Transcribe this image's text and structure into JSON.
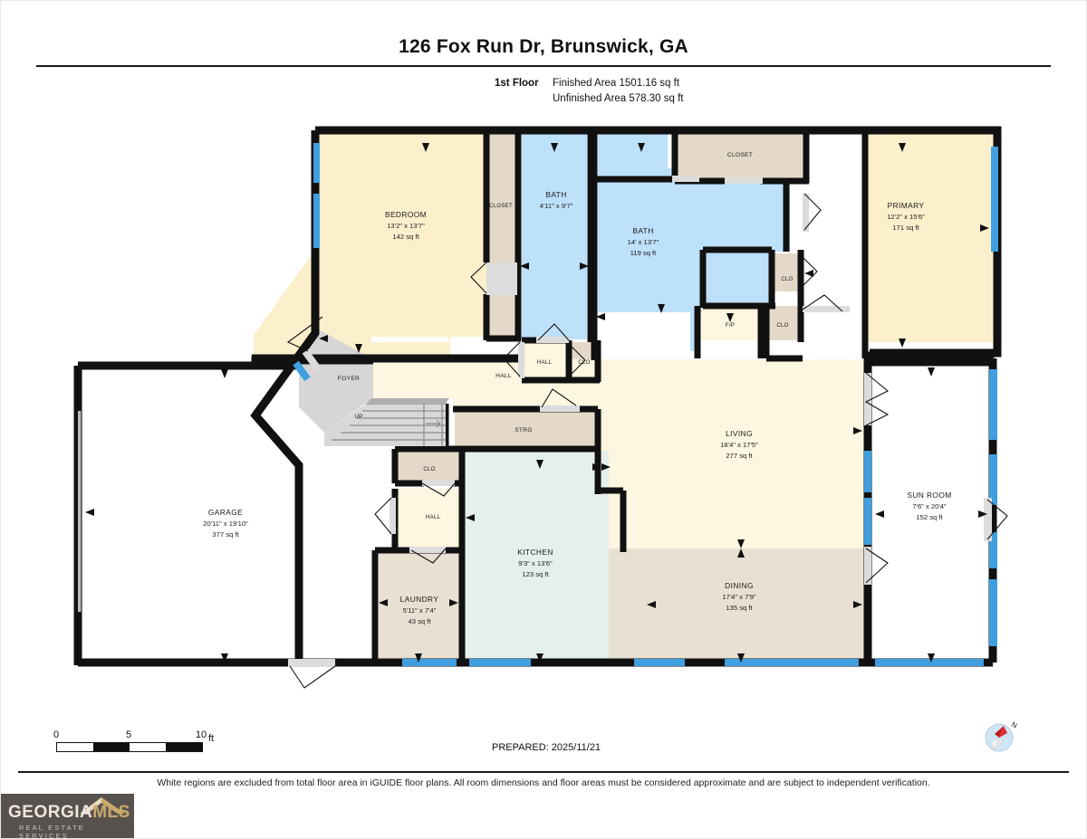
{
  "header": {
    "title": "126 Fox Run Dr, Brunswick, GA",
    "floor_label": "1st Floor",
    "finished_area": "Finished Area 1501.16 sq ft",
    "unfinished_area": "Unfinished Area 578.30 sq ft"
  },
  "footer": {
    "prepared": "PREPARED: 2025/11/21",
    "disclaimer": "White regions are excluded from total floor area in iGUIDE floor plans. All room dimensions and floor areas must be considered approximate and are subject to independent verification.",
    "scale": {
      "ticks": [
        "0",
        "5",
        "10"
      ],
      "unit": "ft"
    },
    "compass_label": "N"
  },
  "logo": {
    "line1_a": "GEORGIA",
    "line1_b": "MLS",
    "line2": "REAL ESTATE SERVICES"
  },
  "colors": {
    "wall": "#111111",
    "finished_cream": "#fcefcc",
    "hall_cream": "#fdf6e0",
    "bath_blue": "#bde0fb",
    "closet_tan": "#e4d9c8",
    "dining_tan": "#e8e0d2",
    "kitchen_mint": "#e4f0ea",
    "foyer_gray": "#d6d6d6",
    "window_blue": "#3f9fe0",
    "unfinished_white": "#ffffff",
    "door_gray": "#dcdcdc"
  },
  "chart_data": {
    "type": "table",
    "title": "126 Fox Run Dr, Brunswick, GA — 1st Floor",
    "rooms": [
      {
        "name": "BEDROOM",
        "dim": "13'2\" x 13'7\"",
        "area": "142 sq ft",
        "fill": "finished_cream"
      },
      {
        "name": "CLOSET",
        "dim": "",
        "area": "",
        "fill": "closet_tan"
      },
      {
        "name": "BATH",
        "dim": "4'11\" x 9'7\"",
        "area": "",
        "fill": "bath_blue"
      },
      {
        "name": "BATH",
        "dim": "14' x 13'7\"",
        "area": "119 sq ft",
        "fill": "bath_blue"
      },
      {
        "name": "CLOSET",
        "dim": "",
        "area": "",
        "fill": "closet_tan"
      },
      {
        "name": "PRIMARY",
        "dim": "12'2\" x 15'6\"",
        "area": "171 sq ft",
        "fill": "finished_cream"
      },
      {
        "name": "CLO",
        "dim": "",
        "area": "",
        "fill": "closet_tan"
      },
      {
        "name": "F/P",
        "dim": "",
        "area": "",
        "fill": "hall_cream"
      },
      {
        "name": "HALL",
        "dim": "",
        "area": "",
        "fill": "hall_cream"
      },
      {
        "name": "FOYER",
        "dim": "",
        "area": "",
        "fill": "foyer_gray"
      },
      {
        "name": "UP",
        "dim": "",
        "area": "",
        "fill": "foyer_gray"
      },
      {
        "name": "STRG",
        "dim": "",
        "area": "",
        "fill": "closet_tan"
      },
      {
        "name": "CLO",
        "dim": "",
        "area": "",
        "fill": "closet_tan"
      },
      {
        "name": "GARAGE",
        "dim": "20'11\" x 19'10\"",
        "area": "377 sq ft",
        "fill": "unfinished_white"
      },
      {
        "name": "LAUNDRY",
        "dim": "5'11\" x 7'4\"",
        "area": "43 sq ft",
        "fill": "dining_tan"
      },
      {
        "name": "KITCHEN",
        "dim": "9'3\" x 13'6\"",
        "area": "123 sq ft",
        "fill": "kitchen_mint"
      },
      {
        "name": "LIVING",
        "dim": "18'4\" x 17'5\"",
        "area": "277 sq ft",
        "fill": "hall_cream"
      },
      {
        "name": "DINING",
        "dim": "17'4\" x 7'9\"",
        "area": "135 sq ft",
        "fill": "dining_tan"
      },
      {
        "name": "SUN ROOM",
        "dim": "7'6\" x 20'4\"",
        "area": "152 sq ft",
        "fill": "unfinished_white"
      }
    ]
  },
  "rooms": {
    "bedroom": {
      "name": "BEDROOM",
      "dim": "13'2\" x 13'7\"",
      "area": "142 sq ft"
    },
    "closet_bed": {
      "name": "CLOSET"
    },
    "bath_small": {
      "name": "BATH",
      "dim": "4'11\" x 9'7\""
    },
    "bath_main": {
      "name": "BATH",
      "dim": "14' x 13'7\"",
      "area": "119 sq ft"
    },
    "closet_big": {
      "name": "CLOSET"
    },
    "primary": {
      "name": "PRIMARY",
      "dim": "12'2\" x 15'6\"",
      "area": "171 sq ft"
    },
    "clo_a": {
      "name": "CLO"
    },
    "clo_b": {
      "name": "CLO"
    },
    "clo_c": {
      "name": "CLO"
    },
    "clo_d": {
      "name": "CLO"
    },
    "fp": {
      "name": "F/P"
    },
    "hall_top": {
      "name": "HALL"
    },
    "hall_main": {
      "name": "HALL"
    },
    "hall_low": {
      "name": "HALL"
    },
    "foyer": {
      "name": "FOYER"
    },
    "up": {
      "name": "UP"
    },
    "strg": {
      "name": "STRG"
    },
    "garage": {
      "name": "GARAGE",
      "dim": "20'11\" x 19'10\"",
      "area": "377 sq ft"
    },
    "laundry": {
      "name": "LAUNDRY",
      "dim": "5'11\" x 7'4\"",
      "area": "43 sq ft"
    },
    "kitchen": {
      "name": "KITCHEN",
      "dim": "9'3\" x 13'6\"",
      "area": "123 sq ft"
    },
    "living": {
      "name": "LIVING",
      "dim": "18'4\" x 17'5\"",
      "area": "277 sq ft"
    },
    "dining": {
      "name": "DINING",
      "dim": "17'4\" x 7'9\"",
      "area": "135 sq ft"
    },
    "sunroom": {
      "name": "SUN ROOM",
      "dim": "7'6\" x 20'4\"",
      "area": "152 sq ft"
    }
  }
}
